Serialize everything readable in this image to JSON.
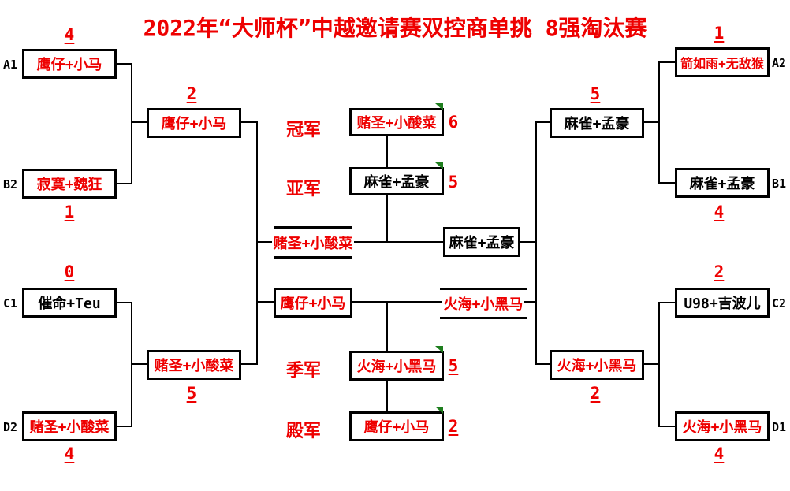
{
  "title": "2022年“大师杯”中越邀请赛双控商单挑 8强淘汰赛",
  "colors": {
    "accent_red": "#ee0000",
    "text_black": "#000000",
    "line_black": "#000000",
    "marker_green": "#1e7e1e",
    "background": "#ffffff"
  },
  "bracket": {
    "quarterfinals": [
      {
        "seed": "A1",
        "name": "鹰仔+小马",
        "score": "4",
        "color": "red"
      },
      {
        "seed": "B2",
        "name": "寂寞+魏狂",
        "score": "1",
        "color": "red"
      },
      {
        "seed": "C1",
        "name": "催命+Teu",
        "score": "0",
        "color": "black"
      },
      {
        "seed": "D2",
        "name": "赌圣+小酸菜",
        "score": "4",
        "color": "red"
      },
      {
        "seed": "A2",
        "name": "箭如雨+无敌猴",
        "score": "1",
        "color": "red"
      },
      {
        "seed": "B1",
        "name": "麻雀+孟豪",
        "score": "4",
        "color": "black"
      },
      {
        "seed": "C2",
        "name": "U98+吉波儿",
        "score": "2",
        "color": "black"
      },
      {
        "seed": "D1",
        "name": "火海+小黑马",
        "score": "4",
        "color": "red"
      }
    ],
    "semifinal_winners": [
      {
        "name": "鹰仔+小马",
        "score": "2",
        "color": "red"
      },
      {
        "name": "赌圣+小酸菜",
        "score": "5",
        "color": "red"
      },
      {
        "name": "麻雀+孟豪",
        "score": "5",
        "color": "black"
      },
      {
        "name": "火海+小黑马",
        "score": "2",
        "color": "red"
      }
    ],
    "semifinal_pairings": {
      "left_upper_slot": {
        "name": "赌圣+小酸菜",
        "color": "red"
      },
      "left_lower_box": {
        "name": "鹰仔+小马",
        "color": "red"
      },
      "right_upper_box": {
        "name": "麻雀+孟豪",
        "color": "black"
      },
      "right_lower_slot": {
        "name": "火海+小黑马",
        "color": "red"
      }
    },
    "placements": [
      {
        "label": "冠军",
        "name": "赌圣+小酸菜",
        "score": "6",
        "color": "red"
      },
      {
        "label": "亚军",
        "name": "麻雀+孟豪",
        "score": "5",
        "color": "black"
      },
      {
        "label": "季军",
        "name": "火海+小黑马",
        "score": "5",
        "color": "red"
      },
      {
        "label": "殿军",
        "name": "鹰仔+小马",
        "score": "2",
        "color": "red"
      }
    ]
  }
}
